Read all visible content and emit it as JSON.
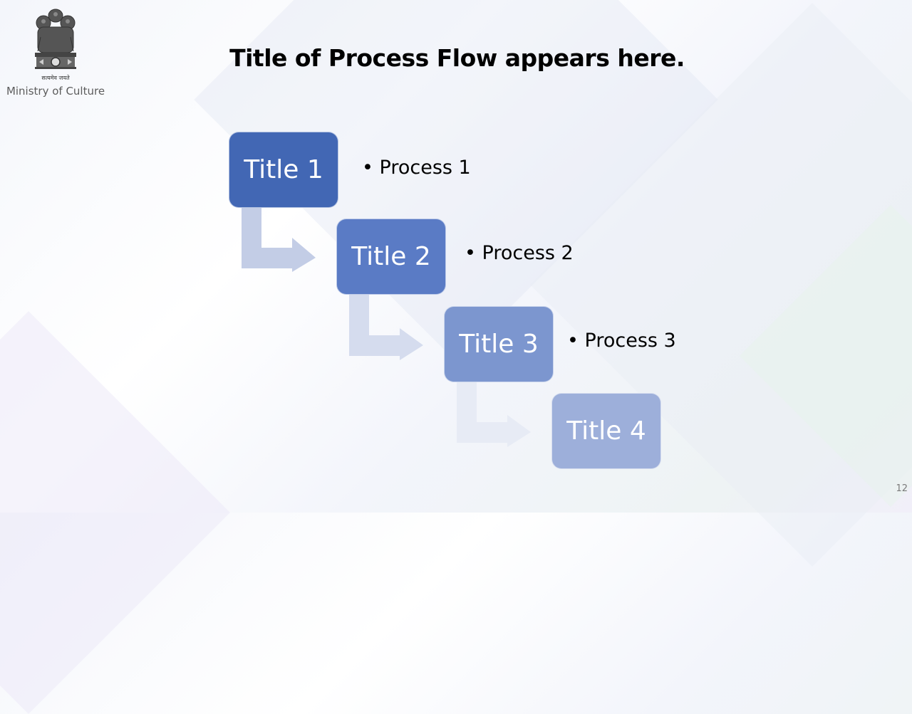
{
  "header": {
    "motto": "सत्यमेव जयते",
    "ministry": "Ministry of Culture"
  },
  "title": "Title of Process Flow appears here.",
  "steps": [
    {
      "label": "Title 1",
      "color": "#4267b4"
    },
    {
      "label": "Title 2",
      "color": "#5a7bc5"
    },
    {
      "label": "Title 3",
      "color": "#7c96cf"
    },
    {
      "label": "Title 4",
      "color": "#9dafda"
    }
  ],
  "processes": [
    {
      "label": "Process 1"
    },
    {
      "label": "Process 2"
    },
    {
      "label": "Process 3"
    }
  ],
  "arrow_colors": [
    "#c3cde6",
    "#d5dcee",
    "#e7ebf5"
  ],
  "footer": {
    "page_number": "12"
  }
}
